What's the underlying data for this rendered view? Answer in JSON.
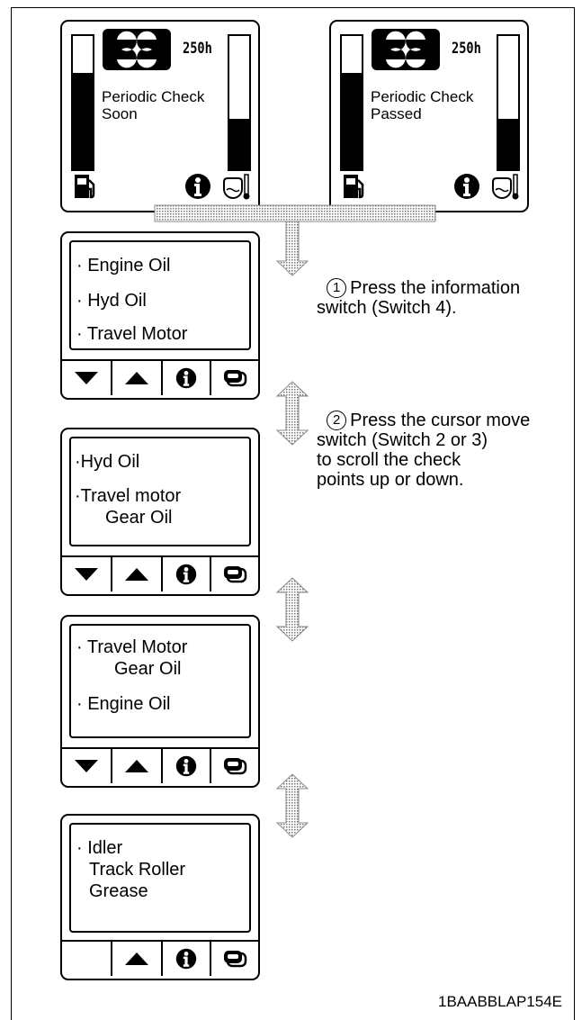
{
  "top_panels": [
    {
      "hours": "250h",
      "message_line1": "Periodic Check",
      "message_line2": "Soon",
      "fuel_level": 0.72,
      "temp_level": 0.38
    },
    {
      "hours": "250h",
      "message_line1": "Periodic Check",
      "message_line2": "Passed",
      "fuel_level": 0.72,
      "temp_level": 0.38
    }
  ],
  "steps": [
    {
      "number": "1",
      "text": "Press the information\nswitch (Switch 4)."
    },
    {
      "number": "2",
      "text": "Press the cursor move\nswitch (Switch 2 or 3)\nto scroll the check\npoints up or down."
    }
  ],
  "screens": [
    {
      "items": [
        {
          "bullet": true,
          "text": "Engine Oil"
        },
        {
          "bullet": true,
          "text": "Hyd Oil"
        },
        {
          "bullet": true,
          "text": "Travel Motor"
        }
      ]
    },
    {
      "items": [
        {
          "bullet": true,
          "text": "Hyd Oil"
        },
        {
          "bullet": true,
          "text": "Travel motor"
        },
        {
          "bullet": false,
          "text": "Gear Oil"
        }
      ]
    },
    {
      "items": [
        {
          "bullet": true,
          "text": "Travel Motor"
        },
        {
          "bullet": false,
          "text": "Gear Oil"
        },
        {
          "bullet": true,
          "text": "Engine Oil"
        }
      ]
    },
    {
      "items": [
        {
          "bullet": true,
          "text": "Idler"
        },
        {
          "bullet": false,
          "text": "Track Roller"
        },
        {
          "bullet": false,
          "text": "Grease"
        }
      ]
    }
  ],
  "figure_code": "1BAABBLAP154E",
  "icons": {
    "wrench": "wrench-icon",
    "fuel": "fuel-pump-icon",
    "info": "info-icon",
    "temp": "coolant-temperature-icon",
    "down": "down-arrow-icon",
    "up": "up-arrow-icon",
    "screen": "screen-switch-icon"
  },
  "colors": {
    "ink": "#000000",
    "arrow_fill": "#dddddd"
  }
}
